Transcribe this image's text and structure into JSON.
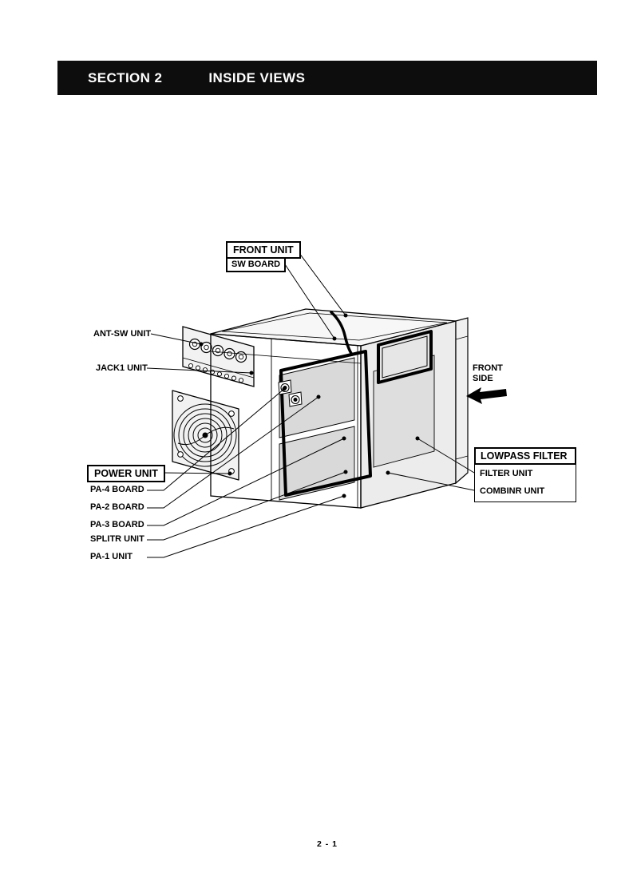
{
  "header": {
    "section_label": "SECTION 2",
    "title": "INSIDE VIEWS"
  },
  "footer": {
    "page_number": "2 - 1"
  },
  "diagram": {
    "callouts": {
      "front_unit": "FRONT UNIT",
      "sw_board": "SW BOARD",
      "ant_sw_unit": "ANT-SW UNIT",
      "jack1_unit": "JACK1 UNIT",
      "front_side": {
        "line1": "FRONT",
        "line2": "SIDE"
      },
      "lowpass_filter": "LOWPASS FILTER",
      "filter_unit": "FILTER UNIT",
      "combinr_unit": "COMBINR UNIT",
      "power_unit": "POWER UNIT",
      "pa4_board": "PA-4 BOARD",
      "pa2_board": "PA-2 BOARD",
      "pa3_board": "PA-3 BOARD",
      "splitr_unit": "SPLITR UNIT",
      "pa1_unit": "PA-1 UNIT"
    },
    "colors": {
      "ink": "#000000",
      "header_bg": "#0d0d0d",
      "board_fill": "#d9d9d9",
      "panel_fill": "#f2f2f2"
    }
  }
}
